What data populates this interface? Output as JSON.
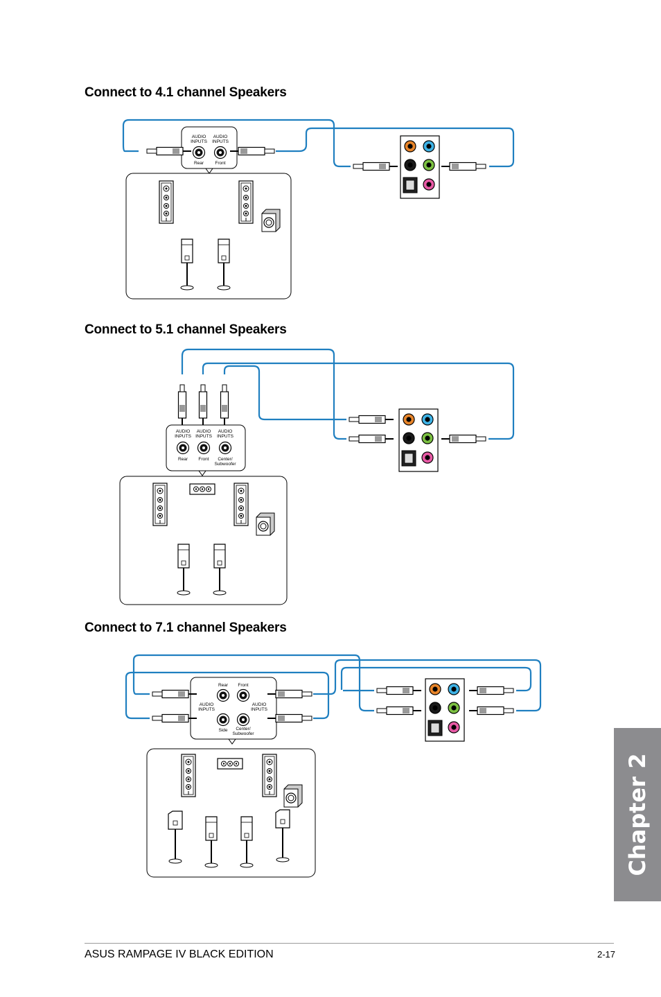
{
  "sections": [
    {
      "title": "Connect to 4.1 channel Speakers",
      "box_labels": [
        "AUDIO\nINPUTS",
        "AUDIO\nINPUTS"
      ],
      "port_labels": [
        "Rear",
        "Front"
      ]
    },
    {
      "title": "Connect to 5.1 channel Speakers",
      "box_labels": [
        "AUDIO\nINPUTS",
        "AUDIO\nINPUTS",
        "AUDIO\nINPUTS"
      ],
      "port_labels": [
        "Rear",
        "Front",
        "Center/\nSubwoofer"
      ]
    },
    {
      "title": "Connect to 7.1 channel Speakers",
      "top_labels": [
        "Rear",
        "Front"
      ],
      "box_labels": [
        "AUDIO\nINPUTS",
        "AUDIO\nINPUTS"
      ],
      "bottom_labels": [
        "Side",
        "Center/\nSubwoofer"
      ]
    }
  ],
  "colors": {
    "cable": "#1f7fc0",
    "jack_orange": "#e8852a",
    "jack_blue": "#3fb3e6",
    "jack_black": "#1a1a1a",
    "jack_green": "#7cc142",
    "jack_pink": "#e85aa5",
    "tab": "#8c8c8f"
  },
  "chapter_tab": "Chapter 2",
  "footer": {
    "product": "ASUS RAMPAGE IV BLACK EDITION",
    "page": "2-17"
  }
}
